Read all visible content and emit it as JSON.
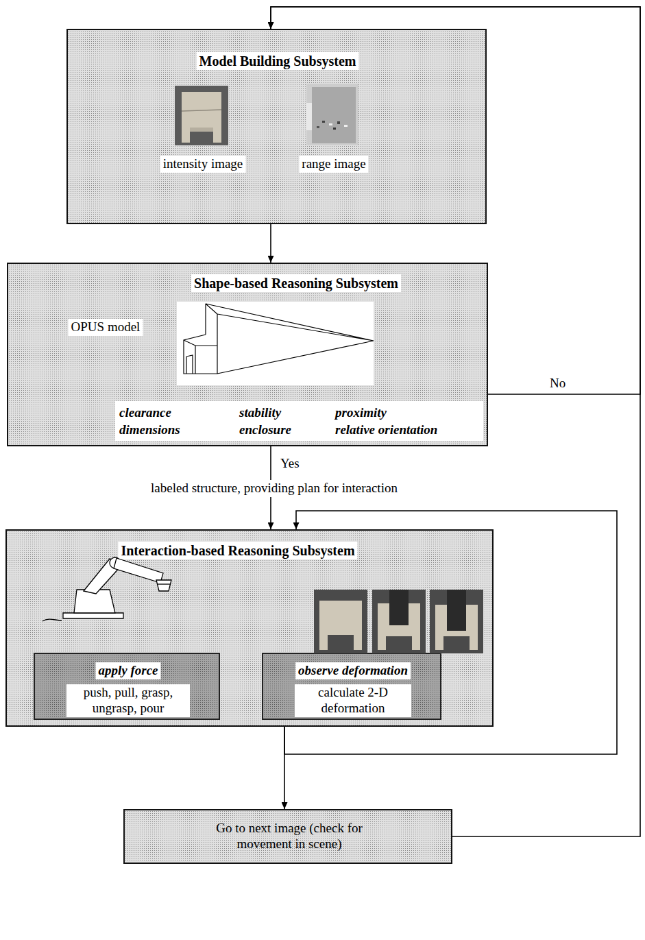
{
  "diagram": {
    "nodes": [
      {
        "text": [
          "Model Building Subsystem",
          "intensity image",
          "range image"
        ]
      },
      {
        "text": [
          "Shape-based Reasoning Subsystem",
          "OPUS model",
          "clearance",
          "stability",
          "proximity",
          "dimensions",
          "enclosure",
          "relative orientation"
        ]
      },
      {
        "text": [
          "Interaction-based Reasoning Subsystem"
        ]
      },
      {
        "text": [
          "apply force",
          "push, pull, grasp, ungrasp, pour"
        ],
        "in": 2
      },
      {
        "text": [
          "observe deformation",
          "calculate 2-D deformation"
        ],
        "in": 2
      },
      {
        "text": [
          "Go to next image (check for movement in scene)"
        ]
      }
    ],
    "edges": [
      {
        "from": 0,
        "to": 1,
        "arrow": "to"
      },
      {
        "from": 1,
        "to": 2,
        "label": "Yes",
        "arrow": "to"
      },
      {
        "from": 1,
        "to": 0,
        "label": "No",
        "arrow": "to"
      },
      {
        "from": 2,
        "to": 2,
        "arrow": "to"
      },
      {
        "from": 2,
        "to": 5,
        "arrow": "to"
      },
      {
        "from": 5,
        "to": 0,
        "arrow": "to"
      }
    ],
    "labels": [
      "labeled structure, providing plan for interaction"
    ]
  }
}
